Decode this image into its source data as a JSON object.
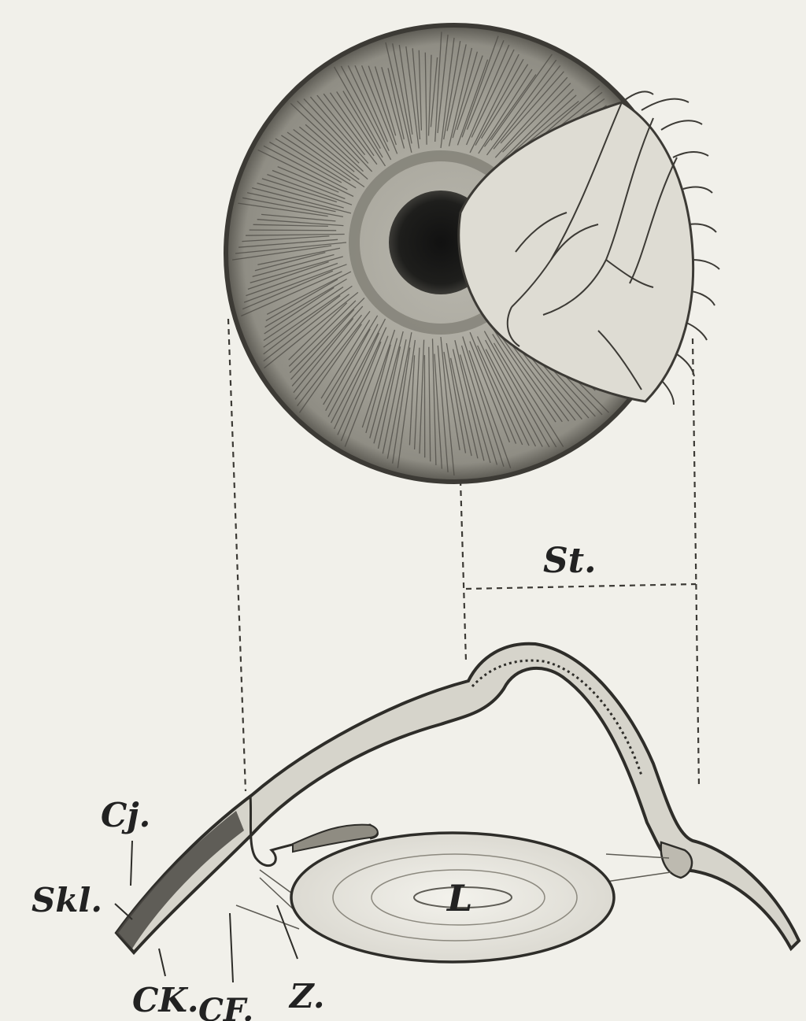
{
  "figure": {
    "labels": {
      "st": "St.",
      "cj": "Cj.",
      "skl": "Skl.",
      "ck": "CK.",
      "cf": "CF.",
      "z": "Z.",
      "l": "L"
    }
  }
}
